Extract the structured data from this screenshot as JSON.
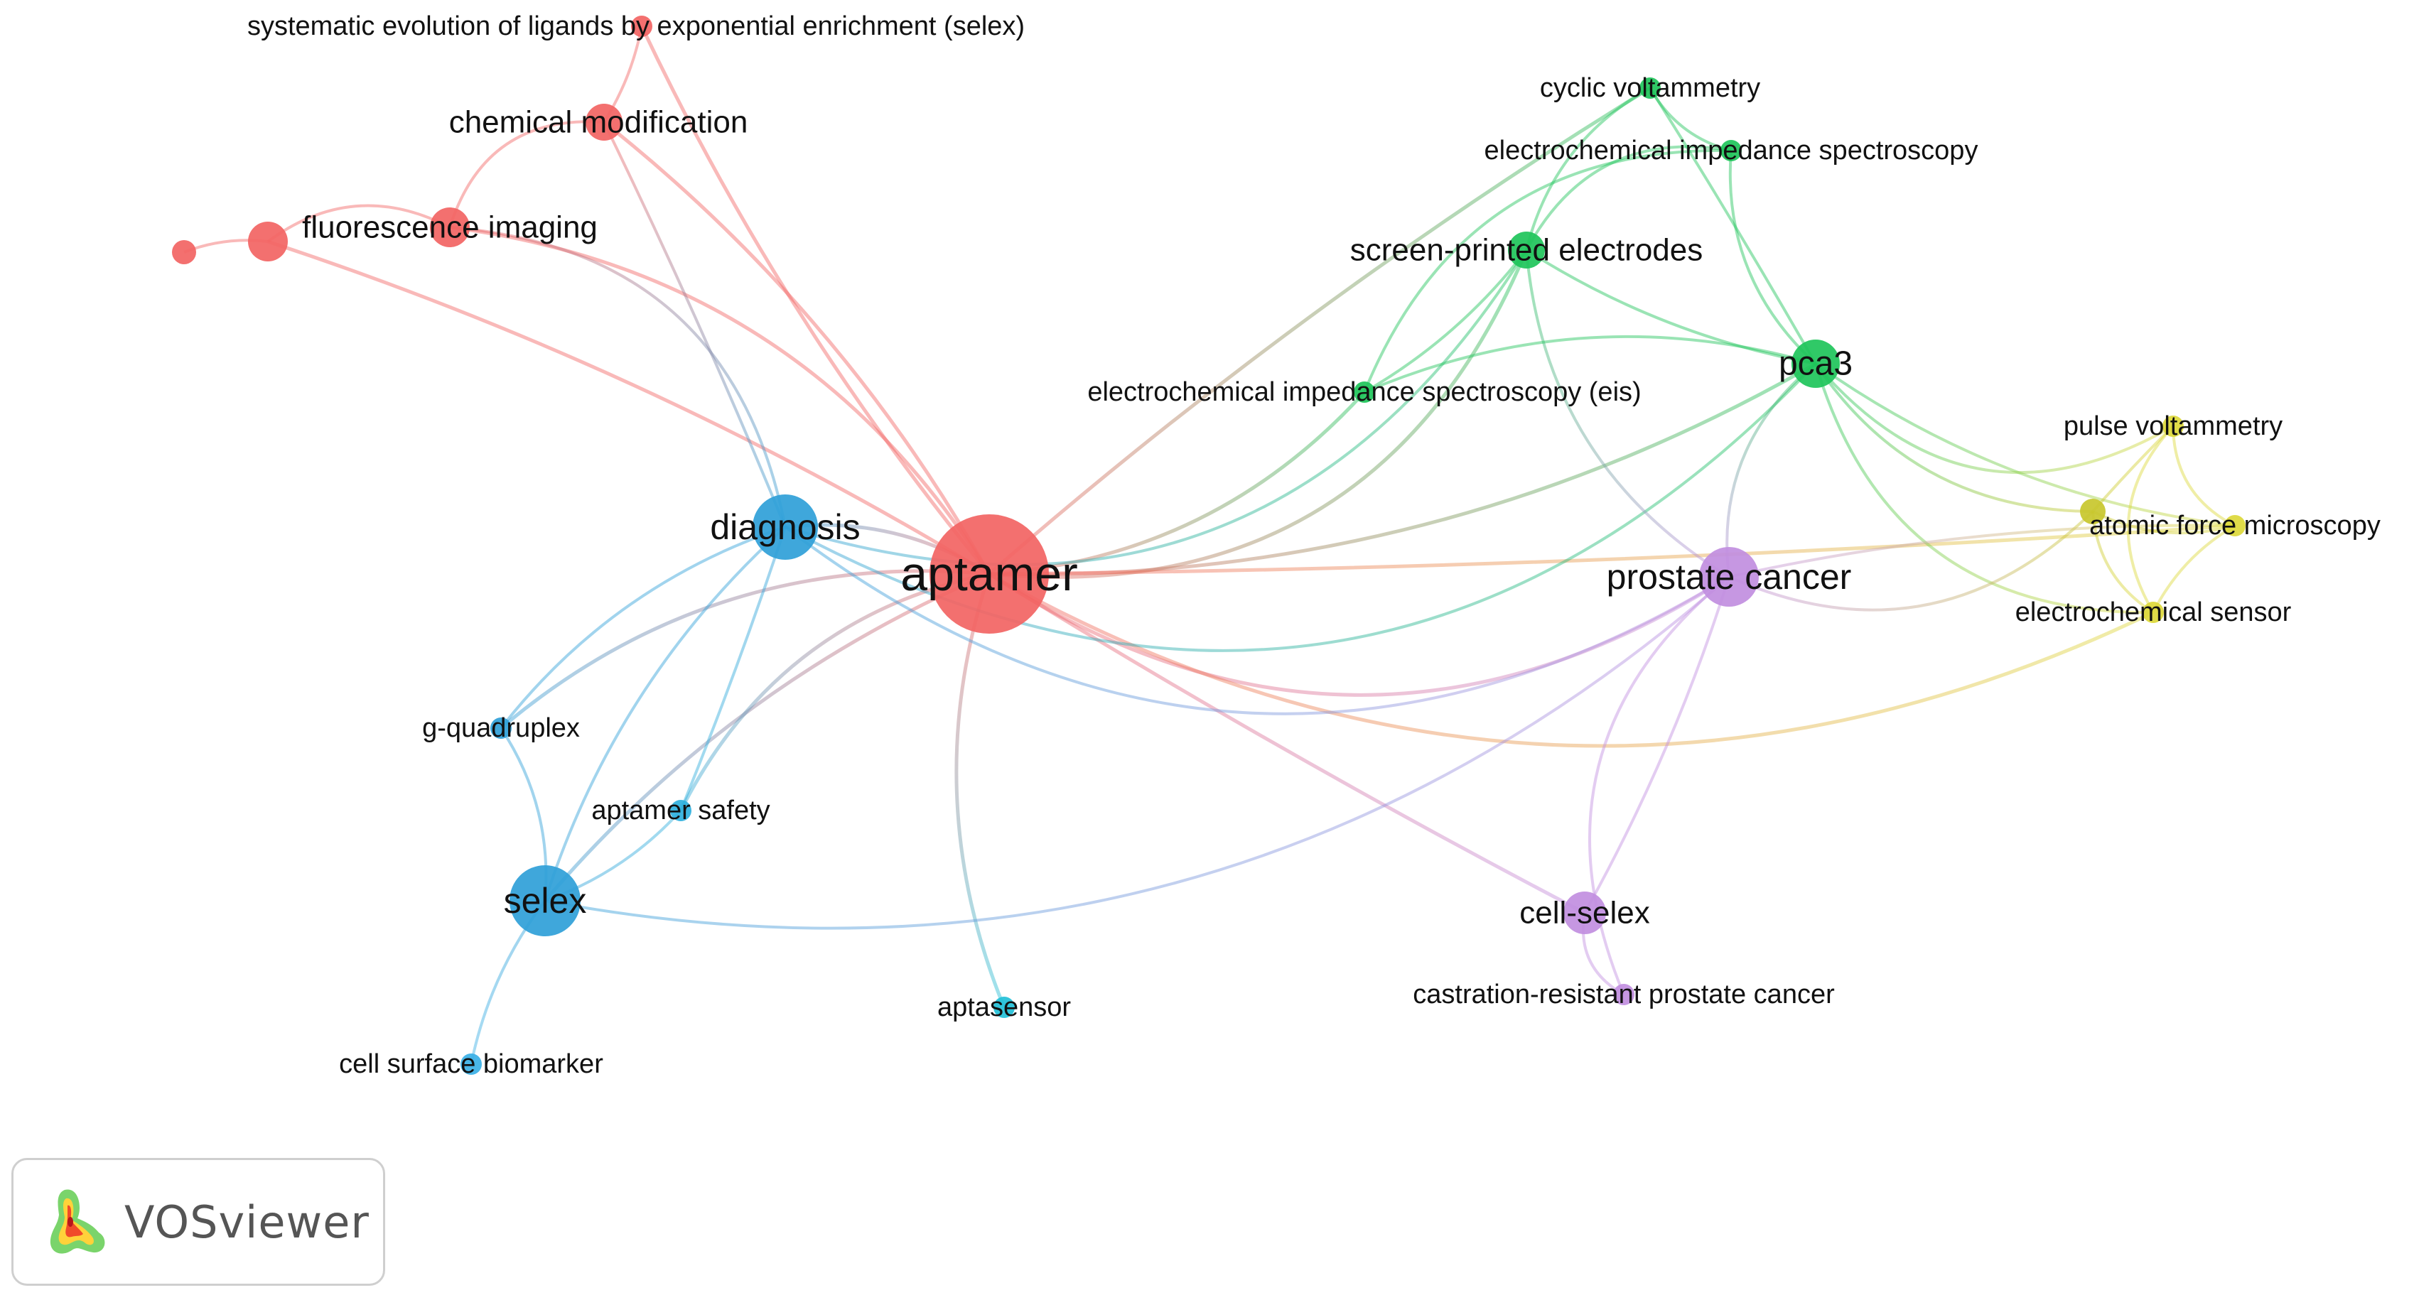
{
  "nodes": [
    {
      "id": "aptamer",
      "label": "aptamer",
      "color": "#f26463"
    },
    {
      "id": "diagnosis",
      "label": "diagnosis",
      "color": "#2f9fd8"
    },
    {
      "id": "selex",
      "label": "selex",
      "color": "#2f9fd8"
    },
    {
      "id": "g-quadruplex",
      "label": "g-quadruplex",
      "color": "#2f9fd8"
    },
    {
      "id": "aptamer-safety",
      "label": "aptamer safety",
      "color": "#2fb0dd"
    },
    {
      "id": "cell-surface-biomarker",
      "label": "cell surface biomarker",
      "color": "#3ab0e6"
    },
    {
      "id": "aptasensor",
      "label": "aptasensor",
      "color": "#22c0d8"
    },
    {
      "id": "systematic-evolution",
      "label": "systematic evolution of ligands by exponential enrichment (selex)",
      "color": "#f26463"
    },
    {
      "id": "chemical-modification",
      "label": "chemical modification",
      "color": "#f26463"
    },
    {
      "id": "fluorescence-imaging",
      "label": "fluorescence imaging",
      "color": "#f26463"
    },
    {
      "id": "red-node-small",
      "label": "",
      "color": "#f26463"
    },
    {
      "id": "red-node-tiny",
      "label": "",
      "color": "#f26463"
    },
    {
      "id": "cyclic-voltammetry",
      "label": "cyclic voltammetry",
      "color": "#1ec45a"
    },
    {
      "id": "eis-spectroscopy",
      "label": "electrochemical impedance spectroscopy",
      "color": "#1ec45a"
    },
    {
      "id": "screen-printed-electrodes",
      "label": "screen-printed electrodes",
      "color": "#1ec45a"
    },
    {
      "id": "pca3",
      "label": "pca3",
      "color": "#1ec45a"
    },
    {
      "id": "eis-abbrev",
      "label": "electrochemical impedance spectroscopy (eis)",
      "color": "#1ec45a"
    },
    {
      "id": "pulse-voltammetry",
      "label": "pulse voltammetry",
      "color": "#dcd83a"
    },
    {
      "id": "yellow-node",
      "label": "",
      "color": "#c8c72c"
    },
    {
      "id": "atomic-force-microscopy",
      "label": "atomic force microscopy",
      "color": "#dcd83a"
    },
    {
      "id": "electrochemical-sensor",
      "label": "electrochemical sensor",
      "color": "#dcd83a"
    },
    {
      "id": "prostate-cancer",
      "label": "prostate cancer",
      "color": "#c18ee0"
    },
    {
      "id": "cell-selex",
      "label": "cell-selex",
      "color": "#c18ee0"
    },
    {
      "id": "castration-resistant",
      "label": "castration-resistant prostate cancer",
      "color": "#c18ee0"
    }
  ],
  "links": [
    [
      "aptamer",
      "diagnosis"
    ],
    [
      "aptamer",
      "selex"
    ],
    [
      "aptamer",
      "g-quadruplex"
    ],
    [
      "aptamer",
      "aptamer-safety"
    ],
    [
      "aptamer",
      "aptasensor"
    ],
    [
      "aptamer",
      "chemical-modification"
    ],
    [
      "aptamer",
      "fluorescence-imaging"
    ],
    [
      "aptamer",
      "systematic-evolution"
    ],
    [
      "aptamer",
      "screen-printed-electrodes"
    ],
    [
      "aptamer",
      "pca3"
    ],
    [
      "aptamer",
      "eis-abbrev"
    ],
    [
      "aptamer",
      "cyclic-voltammetry"
    ],
    [
      "aptamer",
      "prostate-cancer"
    ],
    [
      "aptamer",
      "cell-selex"
    ],
    [
      "aptamer",
      "atomic-force-microscopy"
    ],
    [
      "aptamer",
      "electrochemical-sensor"
    ],
    [
      "aptamer",
      "red-node-small"
    ],
    [
      "diagnosis",
      "selex"
    ],
    [
      "diagnosis",
      "g-quadruplex"
    ],
    [
      "diagnosis",
      "aptamer-safety"
    ],
    [
      "diagnosis",
      "fluorescence-imaging"
    ],
    [
      "diagnosis",
      "chemical-modification"
    ],
    [
      "diagnosis",
      "prostate-cancer"
    ],
    [
      "diagnosis",
      "pca3"
    ],
    [
      "diagnosis",
      "screen-printed-electrodes"
    ],
    [
      "selex",
      "g-quadruplex"
    ],
    [
      "selex",
      "cell-surface-biomarker"
    ],
    [
      "selex",
      "aptamer-safety"
    ],
    [
      "selex",
      "prostate-cancer"
    ],
    [
      "fluorescence-imaging",
      "red-node-small"
    ],
    [
      "red-node-small",
      "red-node-tiny"
    ],
    [
      "chemical-modification",
      "systematic-evolution"
    ],
    [
      "chemical-modification",
      "fluorescence-imaging"
    ],
    [
      "cyclic-voltammetry",
      "eis-spectroscopy"
    ],
    [
      "cyclic-voltammetry",
      "screen-printed-electrodes"
    ],
    [
      "cyclic-voltammetry",
      "pca3"
    ],
    [
      "eis-spectroscopy",
      "screen-printed-electrodes"
    ],
    [
      "eis-spectroscopy",
      "pca3"
    ],
    [
      "eis-spectroscopy",
      "eis-abbrev"
    ],
    [
      "screen-printed-electrodes",
      "pca3"
    ],
    [
      "screen-printed-electrodes",
      "prostate-cancer"
    ],
    [
      "pca3",
      "eis-abbrev"
    ],
    [
      "pca3",
      "prostate-cancer"
    ],
    [
      "pca3",
      "atomic-force-microscopy"
    ],
    [
      "pca3",
      "pulse-voltammetry"
    ],
    [
      "pca3",
      "electrochemical-sensor"
    ],
    [
      "pca3",
      "yellow-node"
    ],
    [
      "eis-abbrev",
      "screen-printed-electrodes"
    ],
    [
      "pulse-voltammetry",
      "yellow-node"
    ],
    [
      "pulse-voltammetry",
      "atomic-force-microscopy"
    ],
    [
      "pulse-voltammetry",
      "electrochemical-sensor"
    ],
    [
      "yellow-node",
      "atomic-force-microscopy"
    ],
    [
      "yellow-node",
      "electrochemical-sensor"
    ],
    [
      "atomic-force-microscopy",
      "electrochemical-sensor"
    ],
    [
      "prostate-cancer",
      "cell-selex"
    ],
    [
      "prostate-cancer",
      "castration-resistant"
    ],
    [
      "prostate-cancer",
      "yellow-node"
    ],
    [
      "prostate-cancer",
      "atomic-force-microscopy"
    ],
    [
      "cell-selex",
      "castration-resistant"
    ]
  ],
  "logo": {
    "text": "VOSviewer"
  }
}
